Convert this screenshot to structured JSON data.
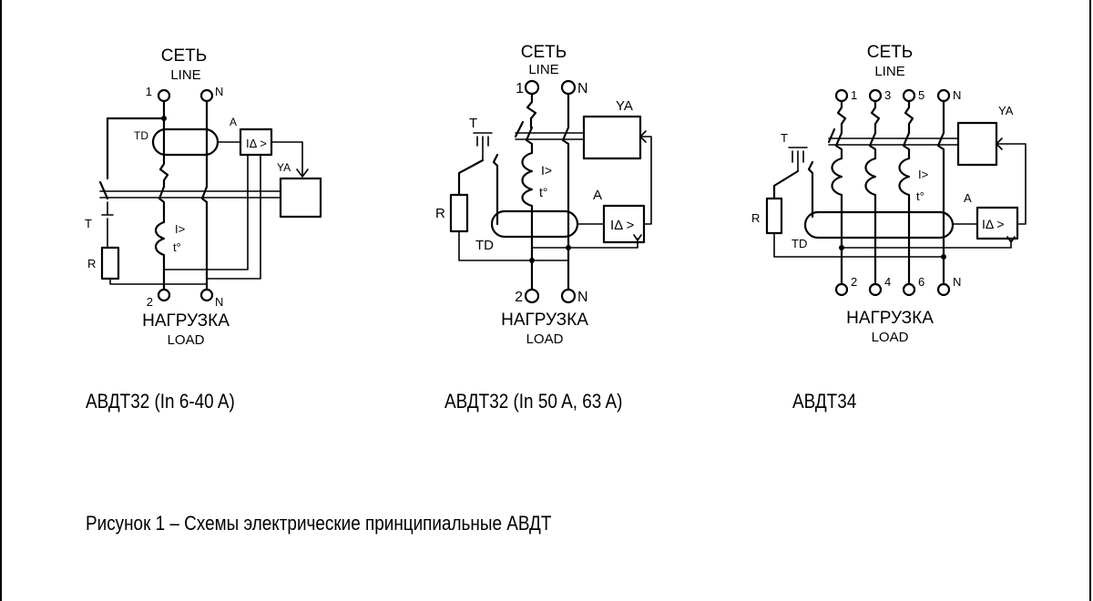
{
  "schemes": [
    {
      "line_ru": "СЕТЬ",
      "line_en": "LINE",
      "load_ru": "НАГРУЗКА",
      "load_en": "LOAD",
      "terminal_top": [
        "1",
        "N"
      ],
      "terminal_bottom": [
        "2",
        "N"
      ],
      "td": "TD",
      "a": "A",
      "ya": "YA",
      "t": "T",
      "r": "R",
      "overcurrent": "I>",
      "thermal": "t°",
      "rcd": "IΔ >",
      "caption": "АВДТ32 (In 6-40 A)"
    },
    {
      "line_ru": "СЕТЬ",
      "line_en": "LINE",
      "load_ru": "НАГРУЗКА",
      "load_en": "LOAD",
      "terminal_top": [
        "1",
        "N"
      ],
      "terminal_bottom": [
        "2",
        "N"
      ],
      "td": "TD",
      "a": "A",
      "ya": "YA",
      "t": "T",
      "r": "R",
      "overcurrent": "I>",
      "thermal": "t°",
      "rcd": "IΔ >",
      "caption": "АВДТ32 (In 50 A, 63 A)"
    },
    {
      "line_ru": "СЕТЬ",
      "line_en": "LINE",
      "load_ru": "НАГРУЗКА",
      "load_en": "LOAD",
      "terminal_top": [
        "1",
        "3",
        "5",
        "N"
      ],
      "terminal_bottom": [
        "2",
        "4",
        "6",
        "N"
      ],
      "td": "TD",
      "a": "A",
      "ya": "YA",
      "t": "T",
      "r": "R",
      "overcurrent": "I>",
      "thermal": "t°",
      "rcd": "IΔ >",
      "caption": "АВДТ34"
    }
  ],
  "figure_caption": "Рисунок 1 – Схемы электрические принципиальные АВДТ"
}
